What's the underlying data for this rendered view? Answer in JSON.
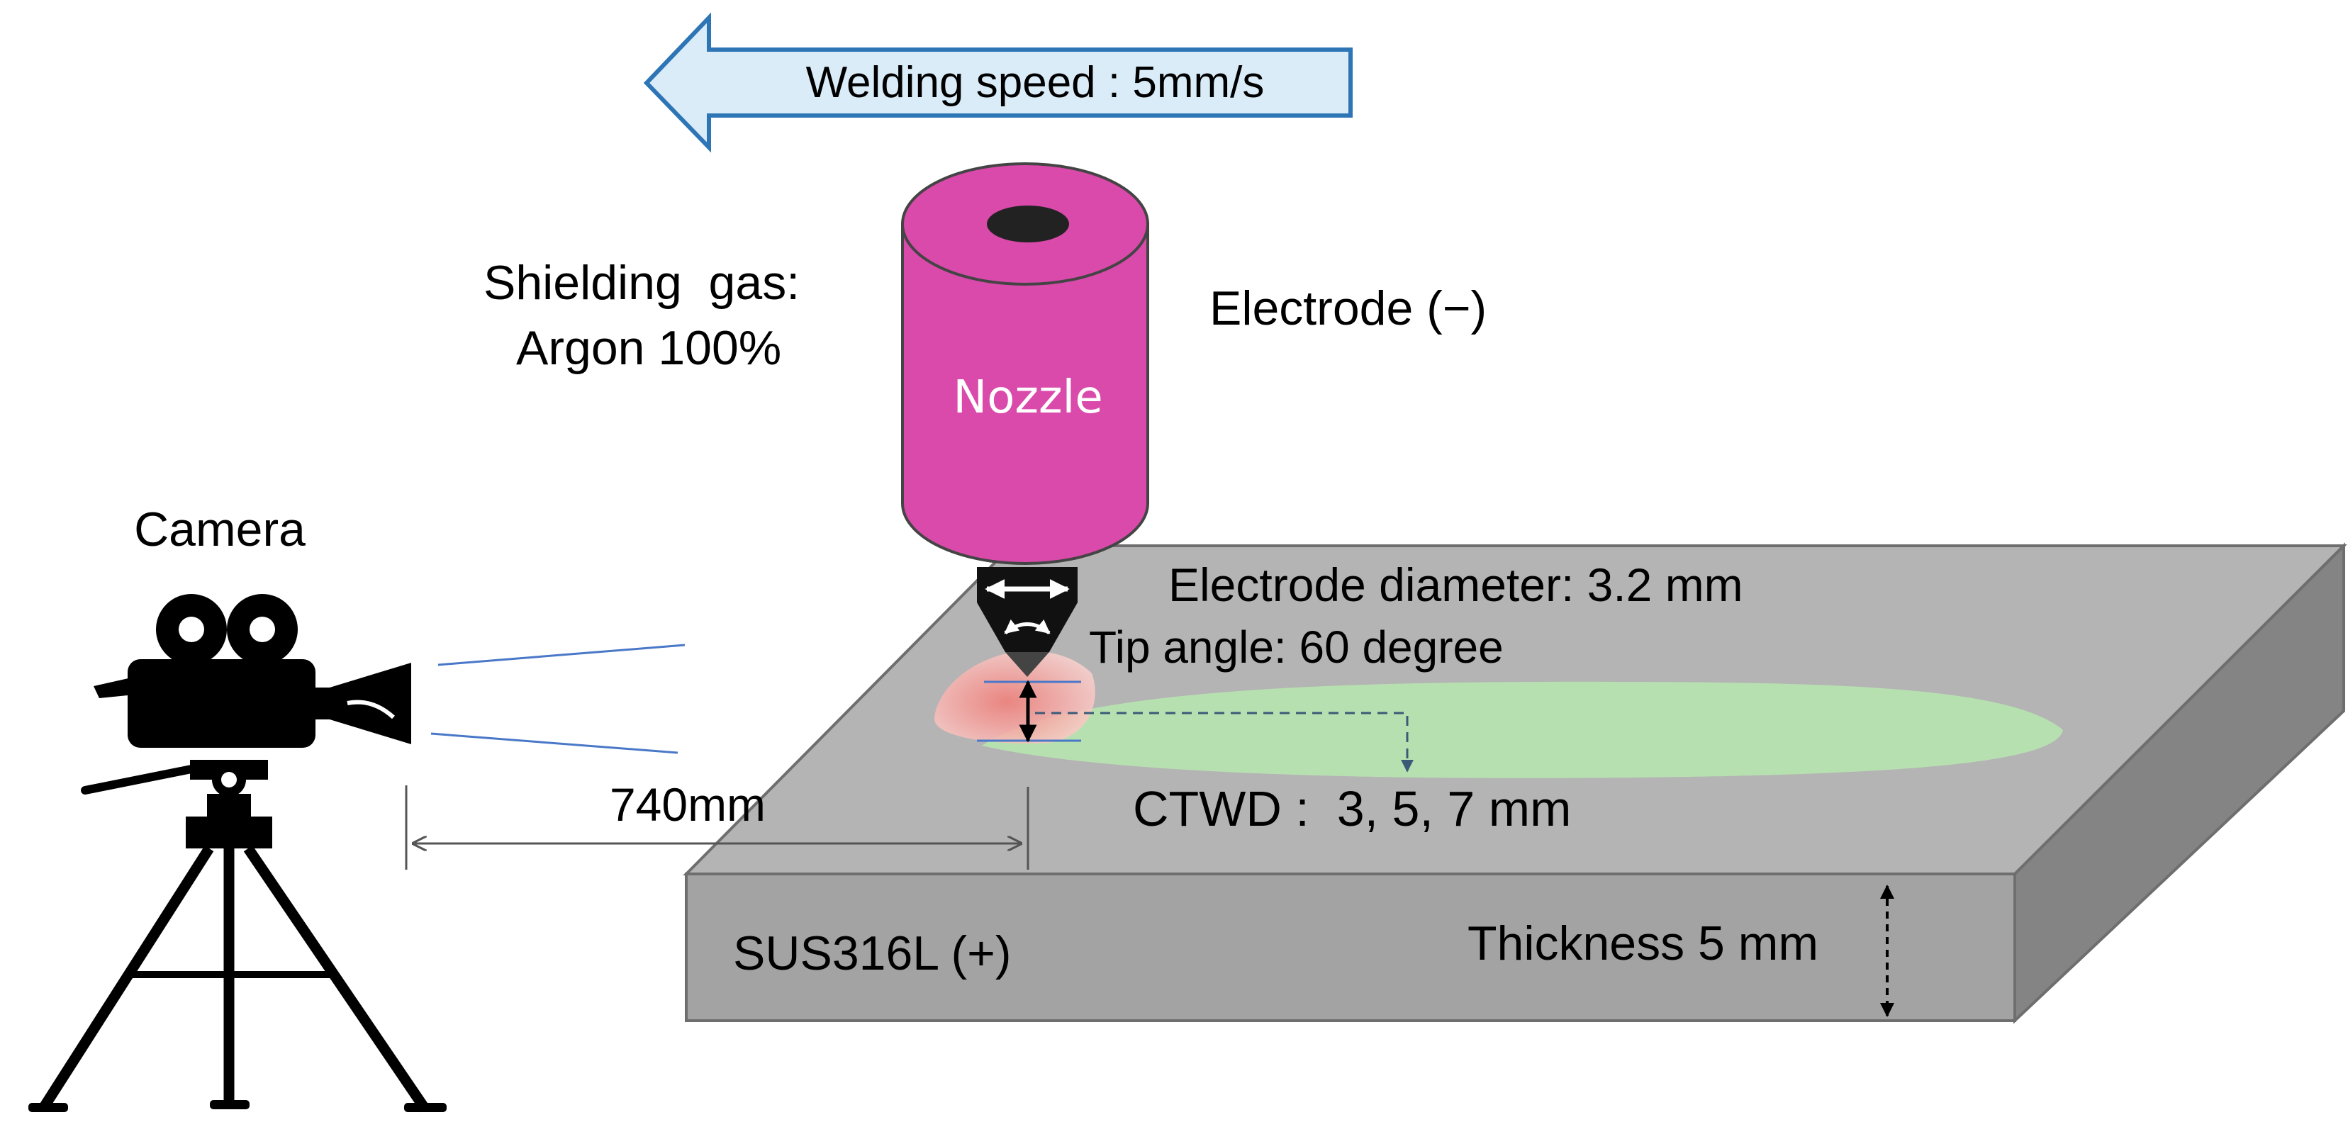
{
  "speed_label": "Welding speed : 5mm/s",
  "gas_label_line1": "Shielding  gas:",
  "gas_label_line2": "Argon 100%",
  "electrode_label": "Electrode (−)",
  "nozzle_label": "Nozzle",
  "camera_label": "Camera",
  "diameter_label": "Electrode diameter: 3.2 mm",
  "tip_angle_label": "Tip angle: 60 degree",
  "ctwd_label": "CTWD :  3, 5, 7 mm",
  "distance_label": "740mm",
  "material_label": "SUS316L (+)",
  "thickness_label": "Thickness 5 mm",
  "colors": {
    "nozzle": "#d94aab",
    "arrow_fill": "#d9ecf8",
    "arrow_stroke": "#2e75b6",
    "plate_top": "#b4b4b4",
    "plate_front": "#a3a3a3",
    "plate_side": "#848484",
    "weld_bead": "#b7e0b0",
    "arc": "#f8b6b3",
    "view_lines": "#4a78c8"
  },
  "icons": [
    "left-arrow-icon",
    "nozzle-icon",
    "electrode-tip-icon",
    "movie-camera-icon",
    "tripod-icon"
  ]
}
